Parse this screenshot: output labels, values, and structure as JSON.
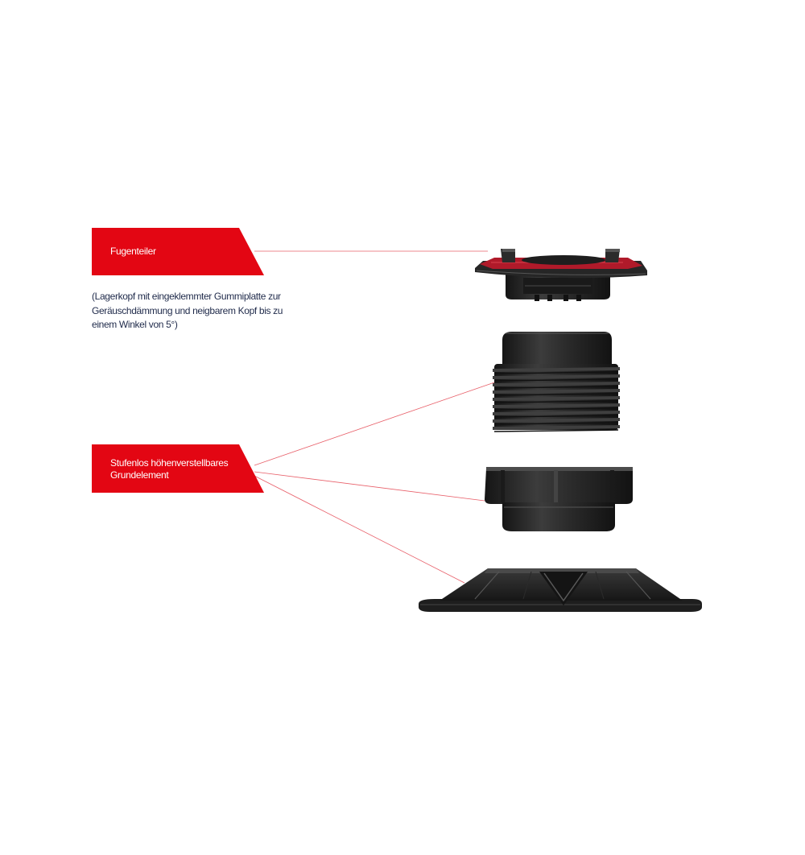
{
  "colors": {
    "accent_red": "#e30613",
    "leader_line": "#e8606a",
    "part_dark": "#1e1e1e",
    "part_mid": "#3a3a3a",
    "part_highlight": "#6a6a6a",
    "rubber_pad": "#b01a2a",
    "description_text": "#1f2a4a"
  },
  "labels": {
    "top": {
      "text": "Fugenteiler"
    },
    "top_description": {
      "lines": [
        "(Lagerkopf mit eingeklemmter Gummiplatte zur",
        "Geräuschdämmung und neigbarem Kopf bis zu",
        "einem Winkel von 5°)"
      ]
    },
    "bottom": {
      "line1": "Stufenlos höhenverstellbares",
      "line2": "Grundelement"
    }
  },
  "parts": [
    "head-with-rubber-pad",
    "threaded-column",
    "adjustment-nut",
    "base-plate"
  ]
}
